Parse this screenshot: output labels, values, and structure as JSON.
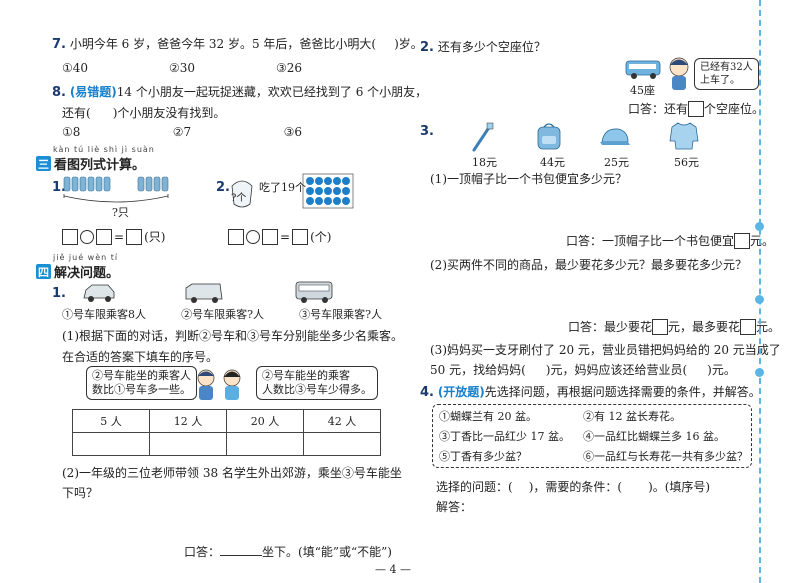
{
  "left": {
    "q7": {
      "num": "7.",
      "text": "小明今年 6 岁，爸爸今年 32 岁。5 年后，爸爸比小明大(",
      "tail": ")岁。",
      "options": [
        "①40",
        "②30",
        "③26"
      ]
    },
    "q8": {
      "num": "8.",
      "tag": "(易错题)",
      "line1": "14 个小朋友一起玩捉迷藏，欢欢已经找到了 6 个小朋友，",
      "line2a": "还有(",
      "line2b": ")个小朋友没有找到。",
      "options": [
        "①8",
        "②7",
        "③6"
      ]
    },
    "sec3": {
      "pinyin": "kàn tú liè shì jì suàn",
      "badge": "三",
      "title": "看图列式计算。"
    },
    "p1": {
      "num": "1.",
      "label": "?只",
      "unit": "(只)"
    },
    "p2": {
      "num": "2.",
      "bag": "?个",
      "eaten": "吃了19个",
      "unit": "(个)"
    },
    "sec4": {
      "pinyin": "jiě jué wèn tí",
      "badge": "四",
      "title": "解决问题。"
    },
    "q1": {
      "num": "1.",
      "vehicles": [
        "①号车限乘客8人",
        "②号车限乘客?人",
        "③号车限乘客?人"
      ],
      "sub1_line1": "(1)根据下面的对话，判断②号车和③号车分别能坐多少名乘客。",
      "sub1_line2": "在合适的答案下填车的序号。",
      "bubble1_a": "②号车能坐的乘客人",
      "bubble1_b": "数比①号车多一些。",
      "bubble2_a": "②号车能坐的乘客",
      "bubble2_b": "人数比③号车少得多。",
      "table": [
        "5 人",
        "12 人",
        "20 人",
        "42 人"
      ],
      "sub2_line1": "(2)一年级的三位老师带领 38 名学生外出郊游，乘坐③号车能坐",
      "sub2_line2": "下吗？",
      "answer_prefix": "口答：",
      "answer_suffix": "坐下。(填“能”或“不能”)"
    }
  },
  "right": {
    "q2": {
      "num": "2.",
      "text": "还有多少个空座位？",
      "seats": "45座",
      "bubble_a": "已经有32人",
      "bubble_b": "上车了。",
      "answer_a": "口答：还有",
      "answer_b": "个空座位。"
    },
    "q3": {
      "num": "3.",
      "prices": [
        "18元",
        "44元",
        "25元",
        "56元"
      ],
      "sub1": "(1)一顶帽子比一个书包便宜多少元？",
      "ans1_a": "口答：一顶帽子比一个书包便宜",
      "ans1_b": "元。",
      "sub2": "(2)买两件不同的商品，最少要花多少元？最多要花多少元？",
      "ans2_a": "口答：最少要花",
      "ans2_b": "元，最多要花",
      "ans2_c": "元。",
      "sub3_line1": "(3)妈妈买一支牙刷付了 20 元，营业员错把妈妈给的 20 元当成了",
      "sub3_line2a": "50 元，找给妈妈(",
      "sub3_line2b": ")元，妈妈应该还给营业员(",
      "sub3_line2c": ")元。"
    },
    "q4": {
      "num": "4.",
      "tag": "(开放题)",
      "text": "先选择问题，再根据问题选择需要的条件，并解答。",
      "items": [
        "①蝴蝶兰有 20 盆。",
        "②有 12 盆长寿花。",
        "③丁香比一品红少 17 盆。",
        "④一品红比蝴蝶兰多 16 盆。",
        "⑤丁香有多少盆？",
        "⑥一品红与长寿花一共有多少盆？"
      ],
      "select_a": "选择的问题：(",
      "select_b": ")，需要的条件：(",
      "select_c": ")。(填序号)",
      "solve": "解答："
    }
  },
  "footer": {
    "page": "— 4 —"
  }
}
